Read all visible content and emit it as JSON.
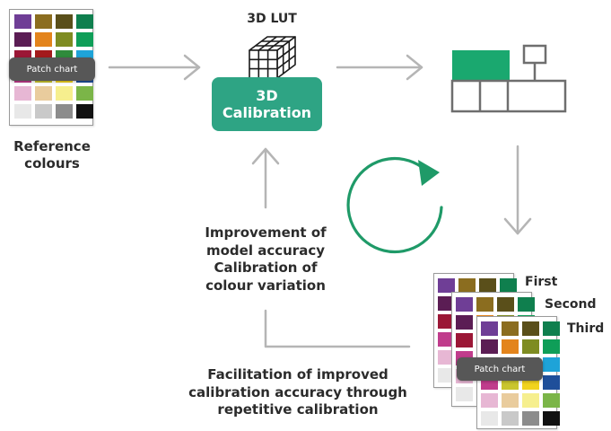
{
  "reference": {
    "pill_label": "Patch chart",
    "caption_line1": "Reference",
    "caption_line2": "colours"
  },
  "lut": {
    "title": "3D LUT"
  },
  "calibration": {
    "line1": "3D",
    "line2": "Calibration"
  },
  "feedback_text": {
    "line1": "Improvement of",
    "line2": "model accuracy",
    "line3": "Calibration of",
    "line4": "colour variation"
  },
  "bottom_text": {
    "line1": "Facilitation of improved",
    "line2": "calibration accuracy through",
    "line3": "repetitive calibration"
  },
  "stack": {
    "first": "First",
    "second": "Second",
    "third": "Third",
    "pill_label": "Patch chart"
  },
  "colors": {
    "accent_green": "#2ea484",
    "cycle_green": "#1f9a68",
    "arrow_gray": "#b5b5b5",
    "pill_gray": "#575757"
  },
  "patch_colors": [
    [
      "#6f3e96",
      "#8b6d1f",
      "#5a4f1a",
      "#0f7f4e"
    ],
    [
      "#5b1d54",
      "#e3841c",
      "#7e8c22",
      "#0f9e58"
    ],
    [
      "#9b1736",
      "#a31a1c",
      "#2f8b3c",
      "#1ea3d8"
    ],
    [
      "#c03c8c",
      "#c9c52e",
      "#f1d31d",
      "#1f4f9a"
    ],
    [
      "#e7b7d4",
      "#e9cc9d",
      "#f6ef8e",
      "#7bb548"
    ],
    [
      "#e8e8e8",
      "#c9c9c9",
      "#8c8c8c",
      "#111111"
    ]
  ]
}
